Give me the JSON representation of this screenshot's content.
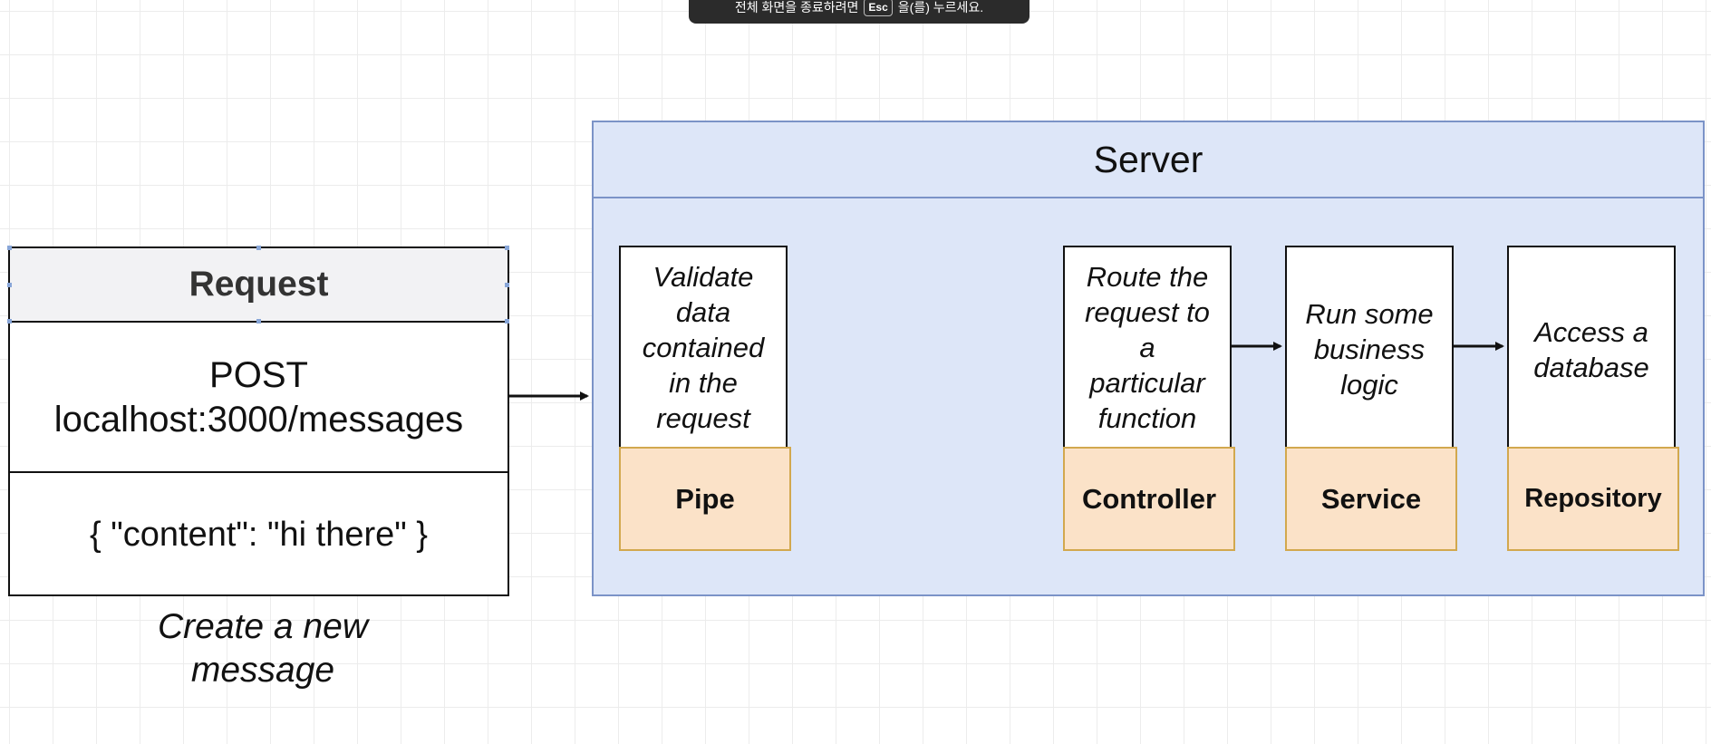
{
  "toast": {
    "text_before": "전체 화면을 종료하려면",
    "key": "Esc",
    "text_after": "을(를) 누르세요."
  },
  "request": {
    "title": "Request",
    "method": "POST",
    "url": "localhost:3000/messages",
    "body": "{ \"content\": \"hi there\" }",
    "caption_line1": "Create a new",
    "caption_line2": "message"
  },
  "server": {
    "title": "Server",
    "stages": [
      {
        "label": "Pipe",
        "desc": [
          "Validate",
          "data",
          "contained",
          "in the",
          "request"
        ]
      },
      {
        "label": "Controller",
        "desc": [
          "Route the",
          "request to",
          "a",
          "particular",
          "function"
        ]
      },
      {
        "label": "Service",
        "desc": [
          "Run some",
          "business",
          "logic"
        ]
      },
      {
        "label": "Repository",
        "desc": [
          "Access a",
          "database"
        ]
      }
    ]
  }
}
